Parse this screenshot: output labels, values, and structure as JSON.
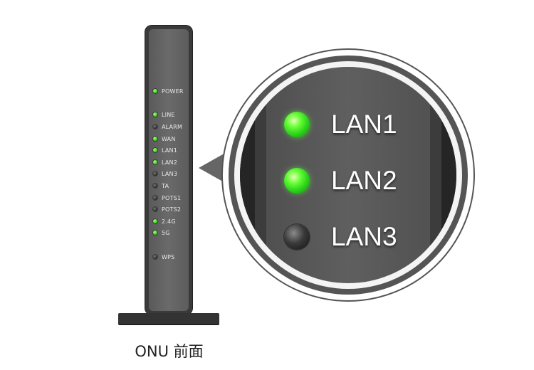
{
  "device": {
    "leds": [
      {
        "label": "POWER",
        "state": "on"
      },
      {
        "label": "LINE",
        "state": "on"
      },
      {
        "label": "ALARM",
        "state": "off"
      },
      {
        "label": "WAN",
        "state": "on"
      },
      {
        "label": "LAN1",
        "state": "on"
      },
      {
        "label": "LAN2",
        "state": "on"
      },
      {
        "label": "LAN3",
        "state": "off"
      },
      {
        "label": "TA",
        "state": "off"
      },
      {
        "label": "POTS1",
        "state": "off"
      },
      {
        "label": "POTS2",
        "state": "off"
      },
      {
        "label": "2.4G",
        "state": "on"
      },
      {
        "label": "5G",
        "state": "on"
      },
      {
        "label": "WPS",
        "state": "off"
      }
    ]
  },
  "zoom": {
    "items": [
      {
        "label": "LAN1",
        "state": "on"
      },
      {
        "label": "LAN2",
        "state": "on"
      },
      {
        "label": "LAN3",
        "state": "off"
      }
    ]
  },
  "caption": "ONU 前面",
  "colors": {
    "led_on": "#38d41c",
    "led_off": "#2a2a2a",
    "device_body": "#3a3a3a"
  }
}
